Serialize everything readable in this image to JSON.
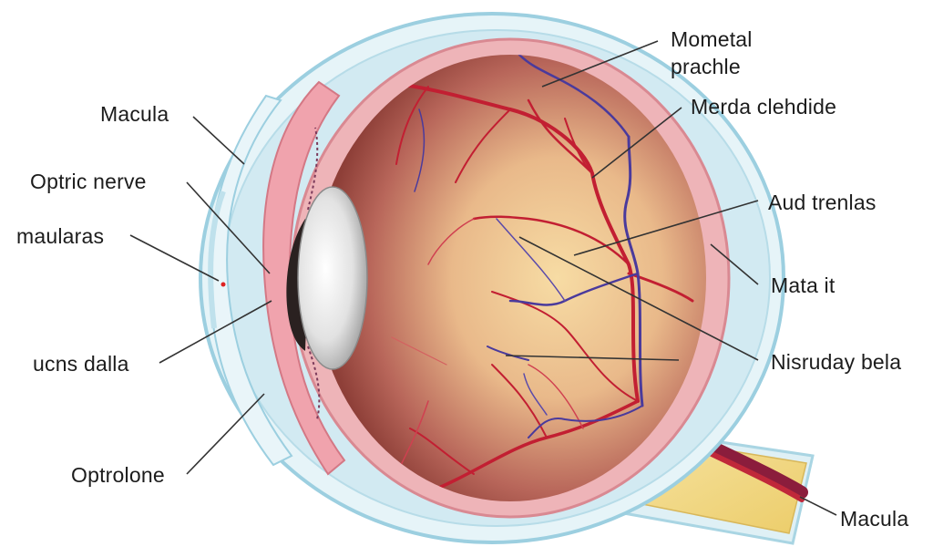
{
  "diagram": {
    "labels": {
      "top_right": "Mometal prachle",
      "merda": "Merda clehdide",
      "aud": "Aud trenlas",
      "mata": "Mata it",
      "nisruday": "Nisruday bela",
      "macula_bottom": "Macula",
      "macula_left": "Macula",
      "optic_nerve": "Optric nerve",
      "maulards": "maularas",
      "ucns": "ucns dalla",
      "optrolone": "Optrolone"
    },
    "colors": {
      "sclera": "#cfe9f2",
      "sclera_edge": "#9fcfe0",
      "choroid": "#e7a7ac",
      "retina_outer": "#8a3b35",
      "retina_inner": "#f5d29a",
      "artery": "#c21f32",
      "vein": "#4a3a9c",
      "lens": "#dcdcdc",
      "nerve": "#f3dc8c"
    }
  }
}
